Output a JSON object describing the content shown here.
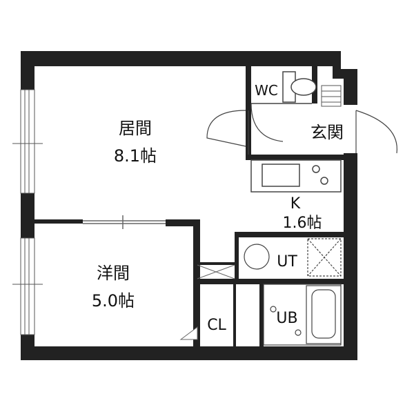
{
  "rooms": {
    "living": {
      "name": "居間",
      "size": "8.1帖"
    },
    "western": {
      "name": "洋間",
      "size": "5.0帖"
    },
    "wc": {
      "name": "WC"
    },
    "entrance": {
      "name": "玄関"
    },
    "kitchen": {
      "name": "K",
      "size": "1.6帖"
    },
    "utility": {
      "name": "UT"
    },
    "bath": {
      "name": "UB"
    },
    "closet": {
      "name": "CL"
    }
  }
}
